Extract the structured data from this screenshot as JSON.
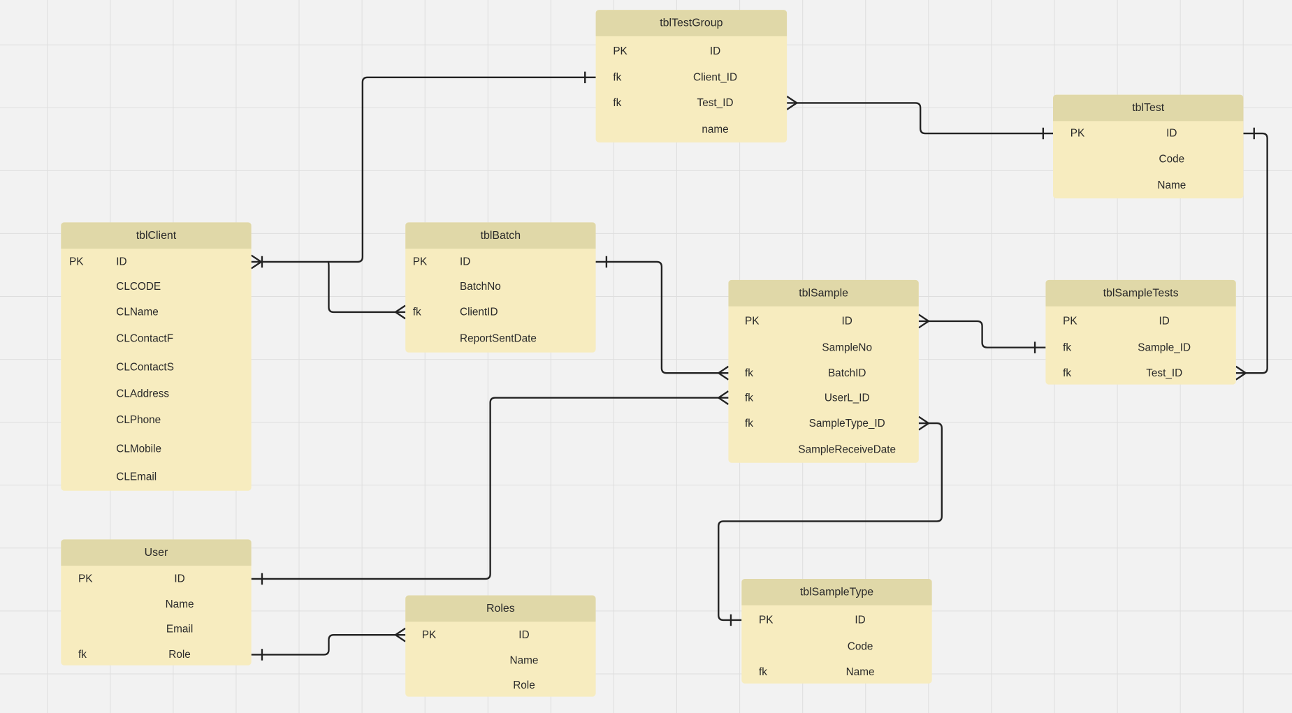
{
  "tables": {
    "testgroup": {
      "title": "tblTestGroup",
      "rows": [
        [
          "PK",
          "ID"
        ],
        [
          "fk",
          "Client_ID"
        ],
        [
          "fk",
          "Test_ID"
        ],
        [
          "",
          "name"
        ]
      ]
    },
    "test": {
      "title": "tblTest",
      "rows": [
        [
          "PK",
          "ID"
        ],
        [
          "",
          "Code"
        ],
        [
          "",
          "Name"
        ]
      ]
    },
    "client": {
      "title": "tblClient",
      "rows": [
        [
          "PK",
          "ID"
        ],
        [
          "",
          "CLCODE"
        ],
        [
          "",
          "CLName"
        ],
        [
          "",
          "CLContactF"
        ],
        [
          "",
          "CLContactS"
        ],
        [
          "",
          "CLAddress"
        ],
        [
          "",
          "CLPhone"
        ],
        [
          "",
          "CLMobile"
        ],
        [
          "",
          "CLEmail"
        ]
      ]
    },
    "batch": {
      "title": "tblBatch",
      "rows": [
        [
          "PK",
          "ID"
        ],
        [
          "",
          "BatchNo"
        ],
        [
          "fk",
          "ClientID"
        ],
        [
          "",
          "ReportSentDate"
        ]
      ]
    },
    "sample": {
      "title": "tblSample",
      "rows": [
        [
          "PK",
          "ID"
        ],
        [
          "",
          "SampleNo"
        ],
        [
          "fk",
          "BatchID"
        ],
        [
          "fk",
          "UserL_ID"
        ],
        [
          "fk",
          "SampleType_ID"
        ],
        [
          "",
          "SampleReceiveDate"
        ]
      ]
    },
    "sampletests": {
      "title": "tblSampleTests",
      "rows": [
        [
          "PK",
          "ID"
        ],
        [
          "fk",
          "Sample_ID"
        ],
        [
          "fk",
          "Test_ID"
        ]
      ]
    },
    "user": {
      "title": "User",
      "rows": [
        [
          "PK",
          "ID"
        ],
        [
          "",
          "Name"
        ],
        [
          "",
          "Email"
        ],
        [
          "fk",
          "Role"
        ]
      ]
    },
    "roles": {
      "title": "Roles",
      "rows": [
        [
          "PK",
          "ID"
        ],
        [
          "",
          "Name"
        ],
        [
          "",
          "Role"
        ]
      ]
    },
    "sampletype": {
      "title": "tblSampleType",
      "rows": [
        [
          "PK",
          "ID"
        ],
        [
          "",
          "Code"
        ],
        [
          "fk",
          "Name"
        ]
      ]
    }
  },
  "colors": {
    "header": "#e0d8a8",
    "body": "#f7ecbf",
    "line": "#222222"
  }
}
